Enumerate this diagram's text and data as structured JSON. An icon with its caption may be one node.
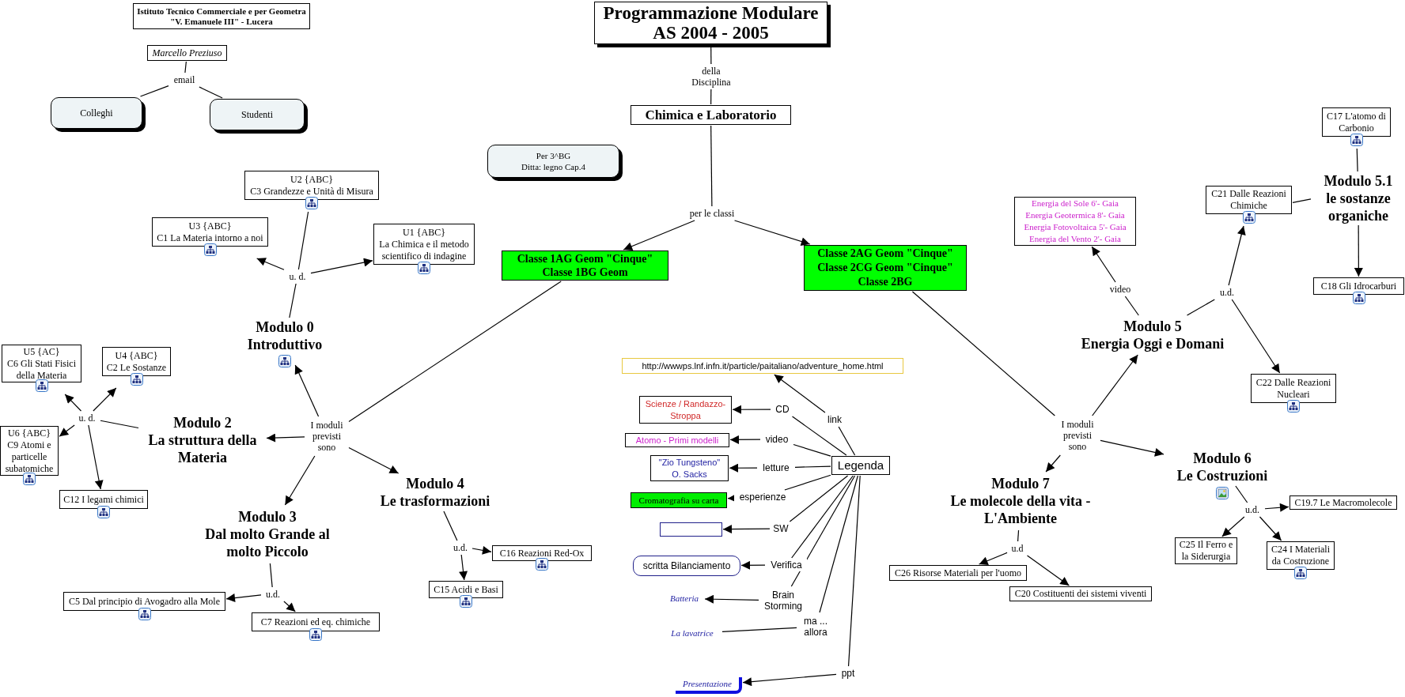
{
  "diagram": {
    "nodes": [
      {
        "text": [
          "Istituto Tecnico Commerciale e per Geometra \"V. Emanuele III\" - Lucera"
        ]
      },
      {
        "text": [
          "Marcello Preziuso"
        ]
      },
      {
        "text": [
          "email"
        ]
      },
      {
        "text": [
          "Colleghi"
        ]
      },
      {
        "text": [
          "Studenti"
        ]
      },
      {
        "text": [
          "Programmazione Modulare",
          "AS 2004 - 2005"
        ]
      },
      {
        "text": [
          "della Disciplina"
        ]
      },
      {
        "text": [
          "Chimica e Laboratorio"
        ]
      },
      {
        "text": [
          "Per 3^BG",
          "Ditta: legno Cap.4"
        ]
      },
      {
        "text": [
          "per le classi"
        ]
      },
      {
        "text": [
          "Classe 1AG Geom \"Cinque\"",
          "Classe 1BG Geom"
        ]
      },
      {
        "text": [
          "Classe 2AG Geom \"Cinque\"",
          "Classe 2CG Geom \"Cinque\"",
          "Classe 2BG"
        ]
      },
      {
        "text": [
          "I moduli previsti sono"
        ]
      },
      {
        "text": [
          "Modulo 0",
          "Introduttivo"
        ]
      },
      {
        "text": [
          "u. d."
        ]
      },
      {
        "text": [
          "U2 {ABC}",
          "C3 Grandezze e Unità di Misura"
        ]
      },
      {
        "text": [
          "U3 {ABC}",
          "C1 La Materia intorno a noi"
        ]
      },
      {
        "text": [
          "U1 {ABC}",
          "La Chimica e il metodo scientifico di indagine"
        ]
      },
      {
        "text": [
          "Modulo 2",
          "La struttura della Materia"
        ]
      },
      {
        "text": [
          "u. d."
        ]
      },
      {
        "text": [
          "U5 {AC}",
          "C6 Gli Stati Fisici della Materia"
        ]
      },
      {
        "text": [
          "U4 {ABC}",
          "C2 Le Sostanze"
        ]
      },
      {
        "text": [
          "U6 {ABC}",
          "C9 Atomi e particelle subatomiche"
        ]
      },
      {
        "text": [
          "C12 I legami chimici"
        ]
      },
      {
        "text": [
          "Modulo 3",
          "Dal molto Grande al molto Piccolo"
        ]
      },
      {
        "text": [
          "u.d."
        ]
      },
      {
        "text": [
          "C5 Dal principio di Avogadro alla Mole"
        ]
      },
      {
        "text": [
          "C7 Reazioni ed eq. chimiche"
        ]
      },
      {
        "text": [
          "Modulo 4",
          "Le trasformazioni"
        ]
      },
      {
        "text": [
          "u.d."
        ]
      },
      {
        "text": [
          "C16 Reazioni Red-Ox"
        ]
      },
      {
        "text": [
          "C15 Acidi e Basi"
        ]
      },
      {
        "text": [
          "http://wwwps.lnf.infn.it/particle/paitaliano/adventure_home.html"
        ]
      },
      {
        "text": [
          "Legenda"
        ]
      },
      {
        "text": [
          "link"
        ]
      },
      {
        "text": [
          "CD"
        ]
      },
      {
        "text": [
          "Scienze / Randazzo-Stroppa"
        ]
      },
      {
        "text": [
          "video"
        ]
      },
      {
        "text": [
          "Atomo - Primi modelli"
        ]
      },
      {
        "text": [
          "letture"
        ]
      },
      {
        "text": [
          "\"Zio Tungsteno\" O. Sacks"
        ]
      },
      {
        "text": [
          "esperienze"
        ]
      },
      {
        "text": [
          "Cromatografia su carta"
        ]
      },
      {
        "text": [
          "SW"
        ]
      },
      {
        "text": [],
        "shape": "box"
      },
      {
        "text": [
          "Verifica"
        ]
      },
      {
        "text": [
          "scritta Bilanciamento"
        ]
      },
      {
        "text": [
          "Brain Storming"
        ]
      },
      {
        "text": [
          "Batteria"
        ]
      },
      {
        "text": [
          "ma ... allora"
        ]
      },
      {
        "text": [
          "La lavatrice"
        ]
      },
      {
        "text": [
          "ppt"
        ]
      },
      {
        "text": [
          "Presentazione"
        ]
      },
      {
        "text": [
          "I moduli previsti sono"
        ]
      },
      {
        "text": [
          "Modulo 5",
          "Energia Oggi e Domani"
        ]
      },
      {
        "text": [
          "video"
        ]
      },
      {
        "text": [
          "Energia del Sole 6'- Gaia",
          "Energia Geotermica 8'- Gaia",
          "Energia Fotovoltaica 5'- Gaia",
          "Energia del Vento 2'- Gaia"
        ]
      },
      {
        "text": [
          "u.d."
        ]
      },
      {
        "text": [
          "C21 Dalle Reazioni Chimiche"
        ]
      },
      {
        "text": [
          "C22 Dalle Reazioni Nucleari"
        ]
      },
      {
        "text": [
          "Modulo 5.1",
          "le sostanze organiche"
        ]
      },
      {
        "text": [
          "C17 L'atomo di Carbonio"
        ]
      },
      {
        "text": [
          "C18 Gli Idrocarburi"
        ]
      },
      {
        "text": [
          "Modulo 7",
          "Le molecole della vita - L'Ambiente"
        ]
      },
      {
        "text": [
          "Modulo 6",
          "Le Costruzioni"
        ]
      },
      {
        "text": [
          "u.d"
        ]
      },
      {
        "text": [
          "C26 Risorse Materiali per l'uomo"
        ]
      },
      {
        "text": [
          "C20 Costituenti dei sistemi viventi"
        ]
      },
      {
        "text": [
          "u.d."
        ]
      },
      {
        "text": [
          "C19.7 Le Macromolecole"
        ]
      },
      {
        "text": [
          "C25 Il Ferro e la Siderurgia"
        ]
      },
      {
        "text": [
          "C24 I Materiali da Costruzione"
        ]
      }
    ],
    "edges": [
      {
        "from": 1,
        "to": 2,
        "arrow": "none"
      },
      {
        "from": 2,
        "to": 3,
        "arrow": "none"
      },
      {
        "from": 2,
        "to": 4,
        "arrow": "none"
      },
      {
        "from": 5,
        "to": 6,
        "arrow": "none"
      },
      {
        "from": 6,
        "to": 7,
        "arrow": "none"
      },
      {
        "from": 7,
        "to": 9,
        "arrow": "none"
      },
      {
        "from": 9,
        "to": 10,
        "arrow": "to"
      },
      {
        "from": 9,
        "to": 11,
        "arrow": "to"
      },
      {
        "from": 10,
        "to": 12,
        "arrow": "none"
      },
      {
        "from": 12,
        "to": 13,
        "arrow": "to"
      },
      {
        "from": 13,
        "to": 14,
        "arrow": "none"
      },
      {
        "from": 14,
        "to": 15,
        "arrow": "none"
      },
      {
        "from": 14,
        "to": 16,
        "arrow": "to"
      },
      {
        "from": 14,
        "to": 17,
        "arrow": "to"
      },
      {
        "from": 12,
        "to": 18,
        "arrow": "to"
      },
      {
        "from": 18,
        "to": 19,
        "arrow": "none"
      },
      {
        "from": 19,
        "to": 20,
        "arrow": "to"
      },
      {
        "from": 19,
        "to": 21,
        "arrow": "to"
      },
      {
        "from": 19,
        "to": 22,
        "arrow": "to"
      },
      {
        "from": 19,
        "to": 23,
        "arrow": "to"
      },
      {
        "from": 12,
        "to": 24,
        "arrow": "to"
      },
      {
        "from": 24,
        "to": 25,
        "arrow": "none"
      },
      {
        "from": 25,
        "to": 26,
        "arrow": "to"
      },
      {
        "from": 25,
        "to": 27,
        "arrow": "to"
      },
      {
        "from": 12,
        "to": 28,
        "arrow": "to"
      },
      {
        "from": 28,
        "to": 29,
        "arrow": "none"
      },
      {
        "from": 29,
        "to": 30,
        "arrow": "to"
      },
      {
        "from": 29,
        "to": 31,
        "arrow": "to"
      },
      {
        "from": 33,
        "to": 34,
        "arrow": "none"
      },
      {
        "from": 34,
        "to": 32,
        "arrow": "to"
      },
      {
        "from": 33,
        "to": 35,
        "arrow": "none"
      },
      {
        "from": 35,
        "to": 36,
        "arrow": "to"
      },
      {
        "from": 33,
        "to": 37,
        "arrow": "none"
      },
      {
        "from": 37,
        "to": 38,
        "arrow": "to"
      },
      {
        "from": 33,
        "to": 39,
        "arrow": "none"
      },
      {
        "from": 39,
        "to": 40,
        "arrow": "to"
      },
      {
        "from": 33,
        "to": 41,
        "arrow": "none"
      },
      {
        "from": 41,
        "to": 42,
        "arrow": "to"
      },
      {
        "from": 33,
        "to": 43,
        "arrow": "none"
      },
      {
        "from": 43,
        "to": 44,
        "arrow": "to"
      },
      {
        "from": 33,
        "to": 45,
        "arrow": "none"
      },
      {
        "from": 45,
        "to": 46,
        "arrow": "to"
      },
      {
        "from": 33,
        "to": 47,
        "arrow": "none"
      },
      {
        "from": 47,
        "to": 48,
        "arrow": "to"
      },
      {
        "from": 33,
        "to": 49,
        "arrow": "none"
      },
      {
        "from": 49,
        "to": 50,
        "arrow": "none"
      },
      {
        "from": 33,
        "to": 51,
        "arrow": "none"
      },
      {
        "from": 51,
        "to": 52,
        "arrow": "to"
      },
      {
        "from": 11,
        "to": 53,
        "arrow": "none"
      },
      {
        "from": 53,
        "to": 54,
        "arrow": "to"
      },
      {
        "from": 54,
        "to": 55,
        "arrow": "none"
      },
      {
        "from": 55,
        "to": 56,
        "arrow": "to"
      },
      {
        "from": 54,
        "to": 57,
        "arrow": "none"
      },
      {
        "from": 57,
        "to": 58,
        "arrow": "to"
      },
      {
        "from": 57,
        "to": 59,
        "arrow": "to"
      },
      {
        "from": 58,
        "to": 60,
        "arrow": "none"
      },
      {
        "from": 61,
        "to": 60,
        "arrow": "none"
      },
      {
        "from": 60,
        "to": 62,
        "arrow": "to"
      },
      {
        "from": 53,
        "to": 63,
        "arrow": "to"
      },
      {
        "from": 53,
        "to": 64,
        "arrow": "to"
      },
      {
        "from": 63,
        "to": 65,
        "arrow": "none"
      },
      {
        "from": 65,
        "to": 66,
        "arrow": "to"
      },
      {
        "from": 65,
        "to": 67,
        "arrow": "to"
      },
      {
        "from": 64,
        "to": 68,
        "arrow": "none"
      },
      {
        "from": 68,
        "to": 69,
        "arrow": "to"
      },
      {
        "from": 68,
        "to": 70,
        "arrow": "to"
      },
      {
        "from": 68,
        "to": 71,
        "arrow": "to"
      }
    ]
  }
}
